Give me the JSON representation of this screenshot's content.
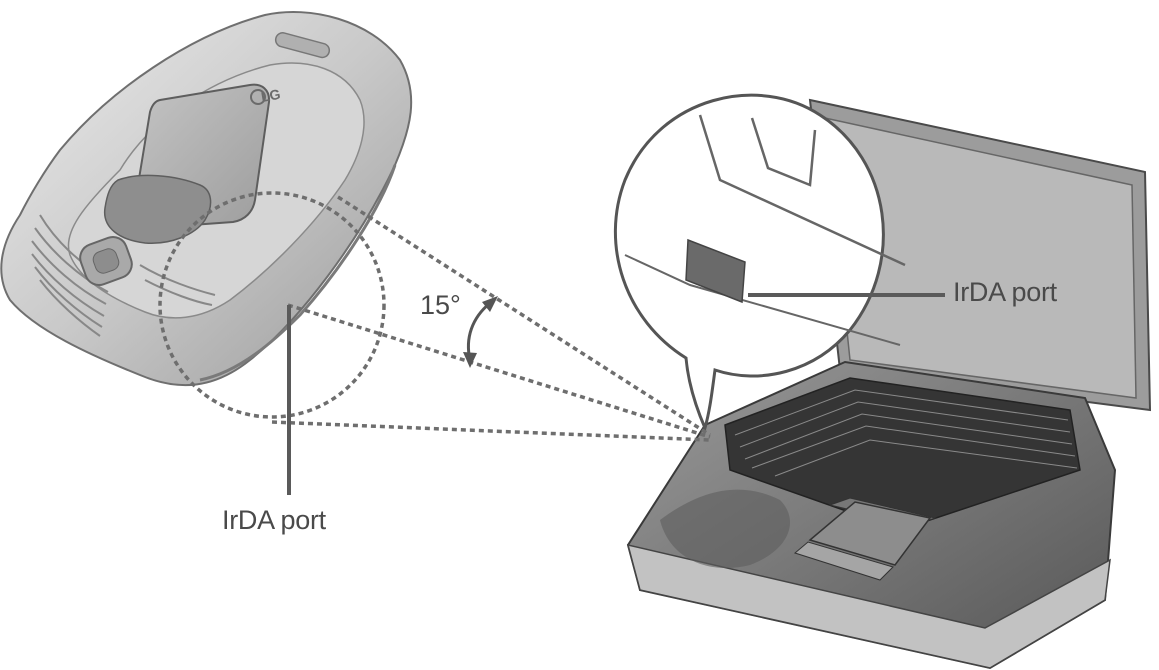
{
  "diagram": {
    "phone": {
      "logo": "LG",
      "port_label": "IrDA port"
    },
    "laptop": {
      "port_label": "IrDA port"
    },
    "angle_label": "15°",
    "colors": {
      "line": "#5a5a5a",
      "dotted": "#6e6e6e",
      "phone_body": "#c9c9c9",
      "phone_screen": "#7d7d7d",
      "laptop_body": "#8f8f8f",
      "laptop_screen": "#b4b4b4",
      "keyboard": "#3c3c3c",
      "port": "#6a6a6a",
      "text": "#4a4a4a"
    }
  }
}
